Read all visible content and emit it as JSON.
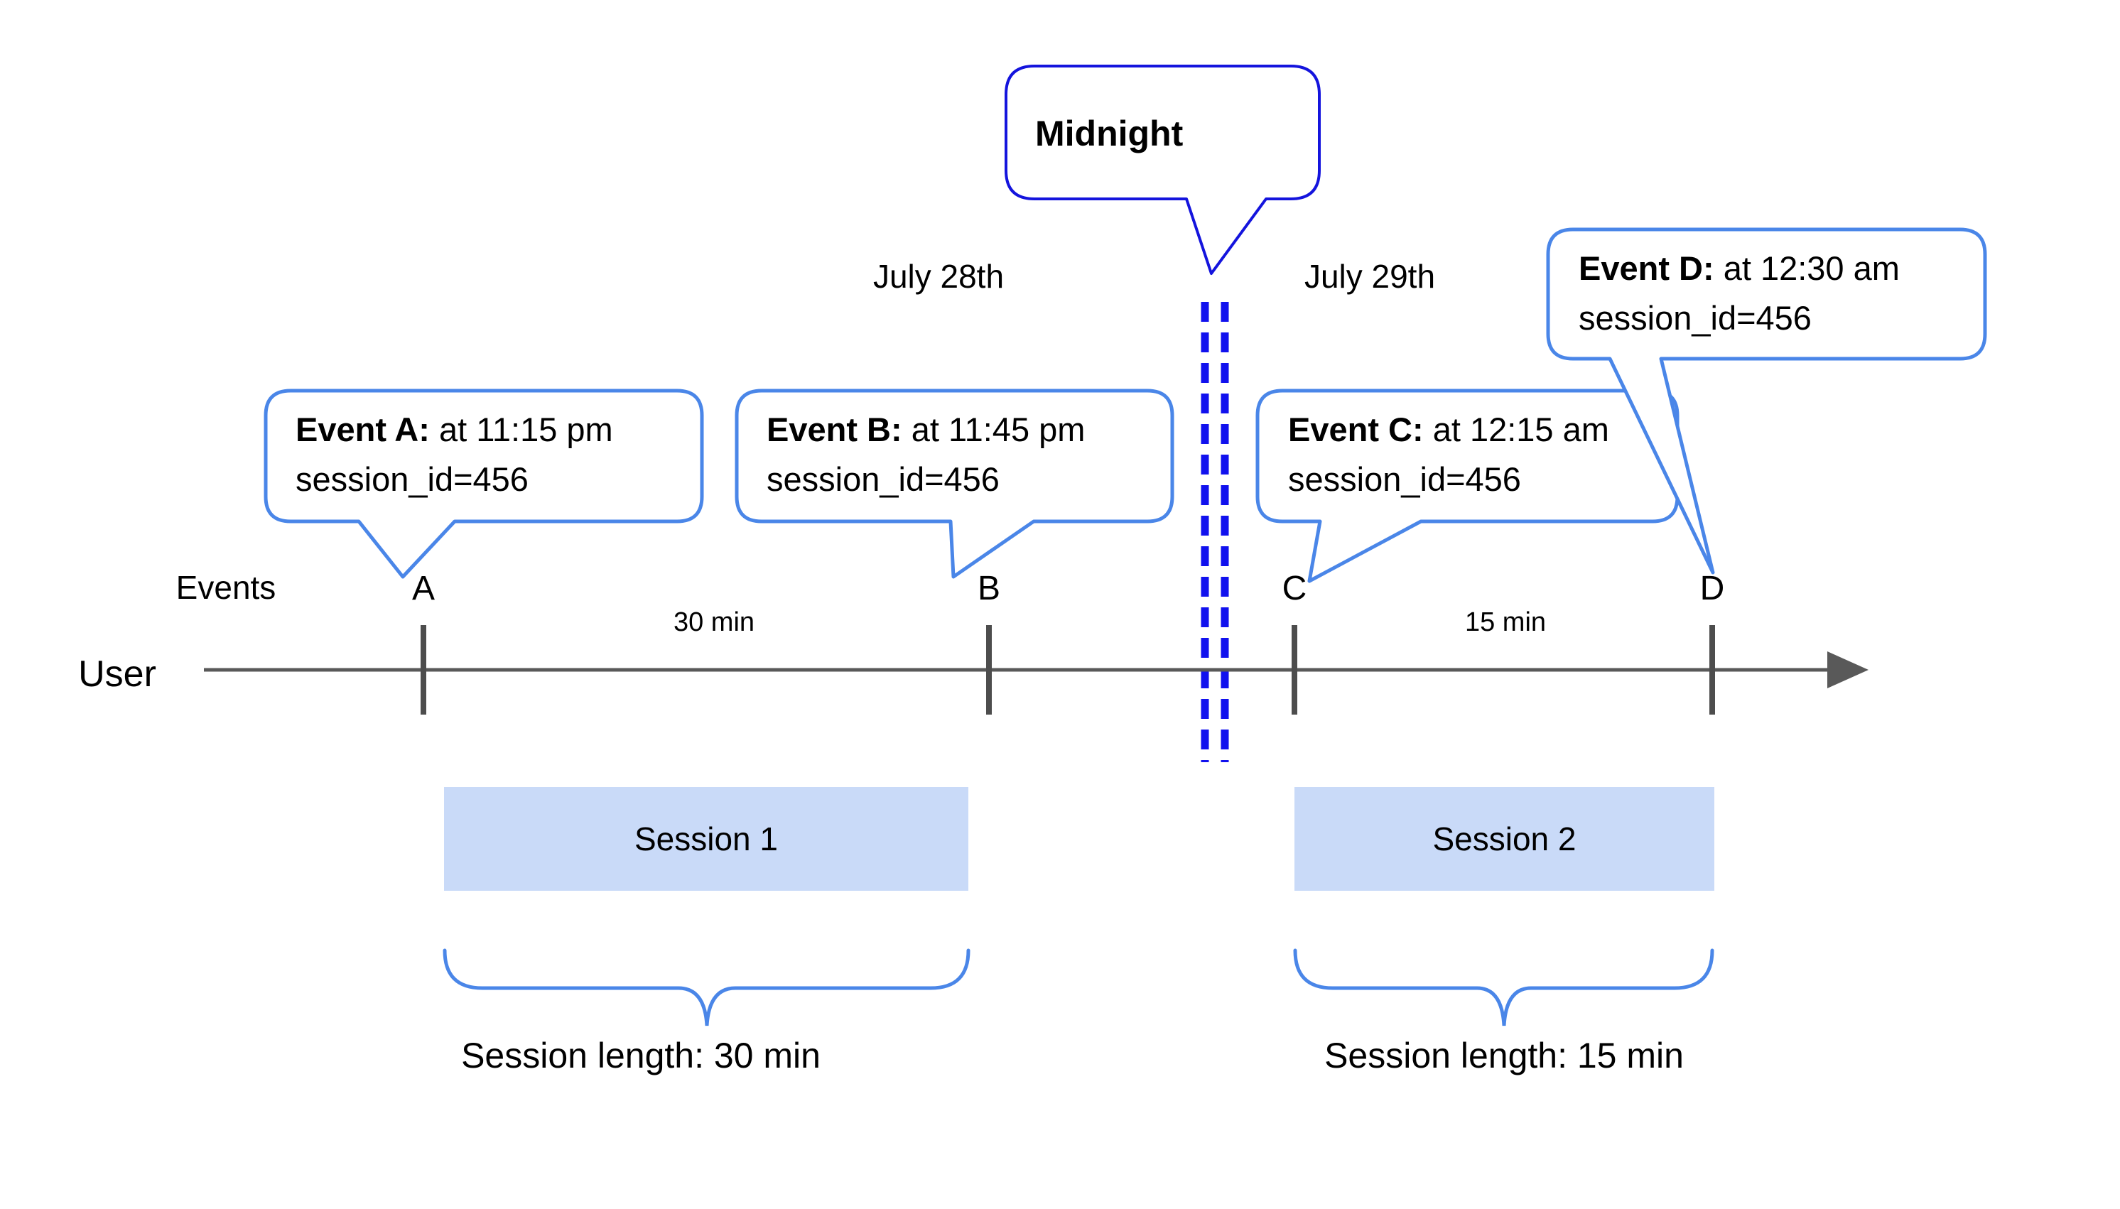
{
  "colors": {
    "ink": "#000000",
    "line": "#595959",
    "tick": "#4d4d4d",
    "dash_blue": "#1111ee",
    "midnight_border": "#1414dd",
    "bubble_border": "#4a86e8",
    "brace_blue": "#4a86e8",
    "session_fill": "#c9daf8",
    "background": "#ffffff"
  },
  "midnight": {
    "label": "Midnight"
  },
  "dates": {
    "left": "July 28th",
    "right": "July 29th"
  },
  "axis": {
    "events_label": "Events",
    "user_label": "User"
  },
  "events": [
    {
      "letter": "A",
      "title_bold": "Event A:",
      "title_rest": " at 11:15 pm",
      "detail": "session_id=456"
    },
    {
      "letter": "B",
      "title_bold": "Event B:",
      "title_rest": " at 11:45 pm",
      "detail": "session_id=456"
    },
    {
      "letter": "C",
      "title_bold": "Event C:",
      "title_rest": " at 12:15 am",
      "detail": "session_id=456"
    },
    {
      "letter": "D",
      "title_bold": "Event D:",
      "title_rest": " at 12:30 am",
      "detail": "session_id=456"
    }
  ],
  "intervals": [
    {
      "label": "30 min"
    },
    {
      "label": "15 min"
    }
  ],
  "sessions": [
    {
      "label": "Session 1",
      "length_label": "Session length: 30 min"
    },
    {
      "label": "Session 2",
      "length_label": "Session length: 15 min"
    }
  ]
}
